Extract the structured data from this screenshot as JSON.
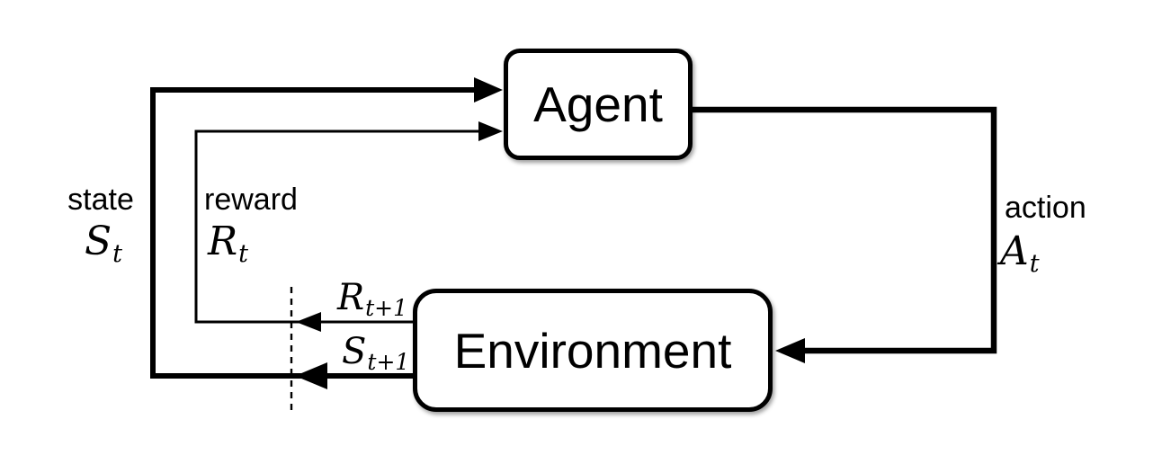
{
  "colors": {
    "ink": "#000000",
    "background": "#ffffff",
    "box_fill": "#ffffff"
  },
  "nodes": {
    "agent": {
      "label": "Agent"
    },
    "environment": {
      "label": "Environment"
    }
  },
  "labels": {
    "state": {
      "word": "state",
      "symbol": "S",
      "sub": "t"
    },
    "reward": {
      "word": "reward",
      "symbol": "R",
      "sub": "t"
    },
    "action": {
      "word": "action",
      "symbol": "A",
      "sub": "t"
    },
    "next_reward": {
      "symbol": "R",
      "sub": "t+1"
    },
    "next_state": {
      "symbol": "S",
      "sub": "t+1"
    }
  }
}
